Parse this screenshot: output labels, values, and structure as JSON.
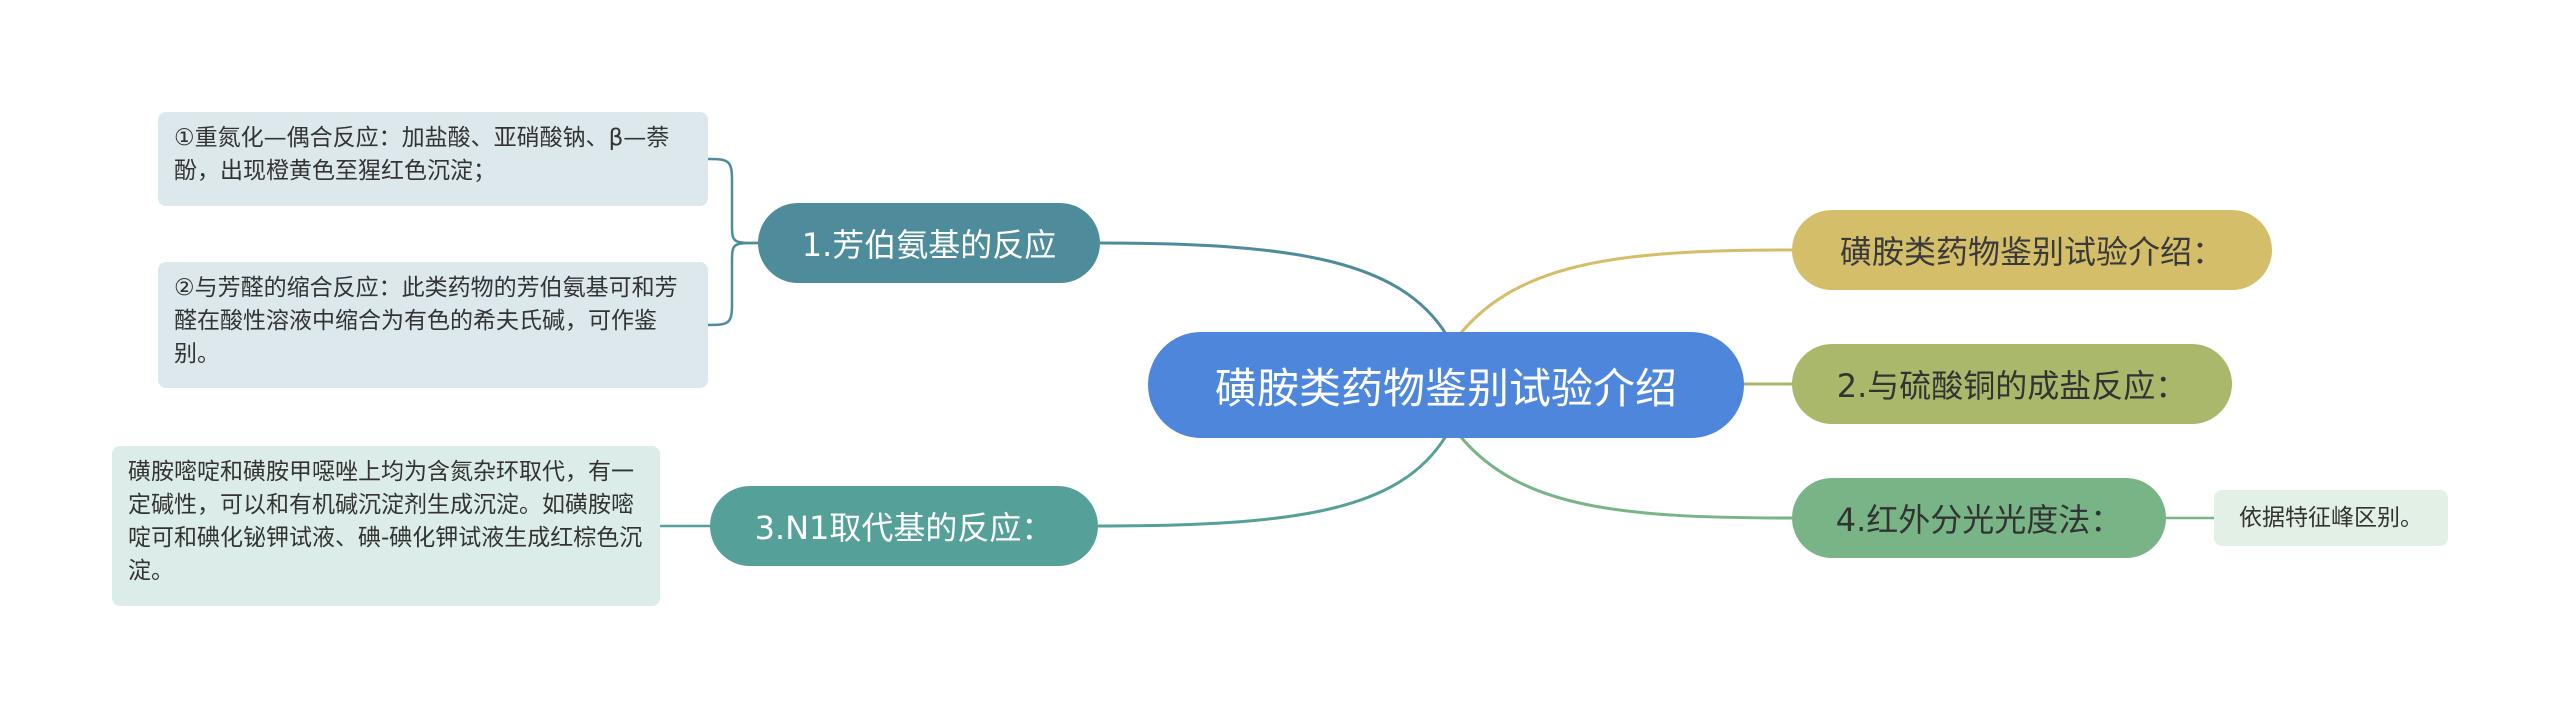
{
  "mindmap": {
    "root": {
      "label": "磺胺类药物鉴别试验介绍",
      "color": "#4e86dc"
    },
    "branches": [
      {
        "id": "b1",
        "label": "1.芳伯氨基的反应",
        "color": "#4e8c9c",
        "side": "left",
        "children": [
          "①重氮化—偶合反应：加盐酸、亚硝酸钠、β—萘酚，出现橙黄色至猩红色沉淀；",
          "②与芳醛的缩合反应：此类药物的芳伯氨基可和芳醛在酸性溶液中缩合为有色的希夫氏碱，可作鉴别。"
        ]
      },
      {
        "id": "b3",
        "label": "3.N1取代基的反应：",
        "color": "#55a098",
        "side": "left",
        "children": [
          "磺胺嘧啶和磺胺甲噁唑上均为含氮杂环取代，有一定碱性，可以和有机碱沉淀剂生成沉淀。如磺胺嘧啶可和碘化铋钾试液、碘-碘化钾试液生成红棕色沉淀。"
        ]
      },
      {
        "id": "r1",
        "label": "磺胺类药物鉴别试验介绍：",
        "color": "#d4be6a",
        "side": "right",
        "children": []
      },
      {
        "id": "r2",
        "label": "2.与硫酸铜的成盐反应：",
        "color": "#aab86c",
        "side": "right",
        "children": []
      },
      {
        "id": "r4",
        "label": "4.红外分光光度法：",
        "color": "#78b486",
        "side": "right",
        "children": [
          "依据特征峰区别。"
        ]
      }
    ]
  }
}
